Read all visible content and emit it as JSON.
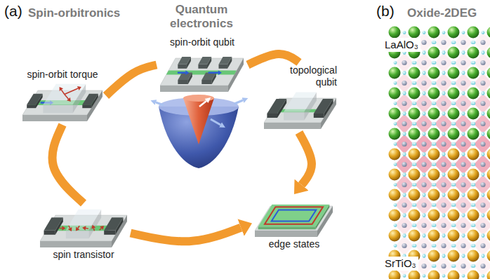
{
  "diagram": {
    "nodes": [
      {
        "text": [
          "spin-orbit torque"
        ]
      },
      {
        "text": [
          "spin-orbit qubit"
        ]
      },
      {
        "text": [
          "topological qubit"
        ]
      },
      {
        "text": [
          "edge states"
        ]
      },
      {
        "text": [
          "spin transistor"
        ]
      }
    ],
    "edges": [
      {
        "from": 0,
        "to": 1,
        "arrow": "none"
      },
      {
        "from": 1,
        "to": 2,
        "arrow": "none"
      },
      {
        "from": 2,
        "to": 3,
        "arrow": "to"
      },
      {
        "from": 4,
        "to": 3,
        "arrow": "to"
      },
      {
        "from": 4,
        "to": 0,
        "arrow": "none"
      }
    ],
    "labels": [
      "(a)",
      "Spin-orbitronics",
      "Quantum electronics",
      "(b)",
      "Oxide-2DEG",
      "LaAlO₃",
      "SrTiO₃"
    ]
  }
}
